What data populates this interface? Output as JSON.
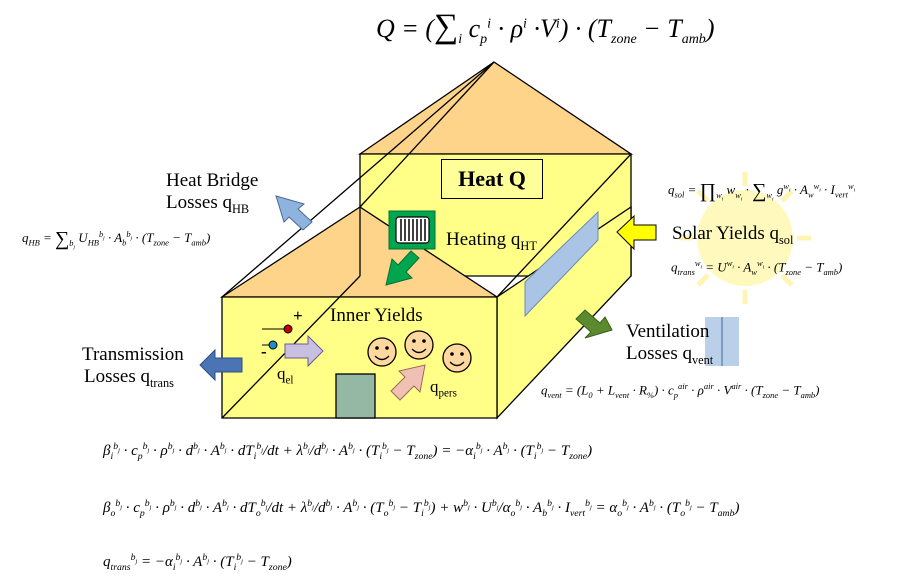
{
  "labels": {
    "heat_q": "Heat Q",
    "heat_bridge_line1": "Heat Bridge",
    "heat_bridge_line2": "Losses q",
    "heat_bridge_sub": "HB",
    "heating": "Heating q",
    "heating_sub": "HT",
    "solar": "Solar Yields q",
    "solar_sub": "sol",
    "inner_yields": "Inner Yields",
    "ventilation_line1": "Ventilation",
    "ventilation_line2": "Losses q",
    "ventilation_sub": "vent",
    "transmission_line1": "Transmission",
    "transmission_line2": "Losses q",
    "transmission_sub": "trans",
    "q_el": "q",
    "q_el_sub": "el",
    "q_pers": "q",
    "q_pers_sub": "pers",
    "plus": "+",
    "minus": "-"
  },
  "colors": {
    "wall_yellow": "#ffff88",
    "roof_orange": "#fdd48a",
    "arrow_blue": "#8fb3df",
    "arrow_dark_blue": "#4a74b4",
    "arrow_green": "#5c8a2e",
    "arrow_yellow": "#ffff00",
    "arrow_lilac": "#c9bfe0",
    "arrow_pink": "#efc0b3",
    "door_green": "#94b8a4",
    "radiator_green": "#00a550",
    "window_blue": "#a9c4e4",
    "face_yellow": "#ffd8a0",
    "sun_yellow": "#fff7a8"
  }
}
